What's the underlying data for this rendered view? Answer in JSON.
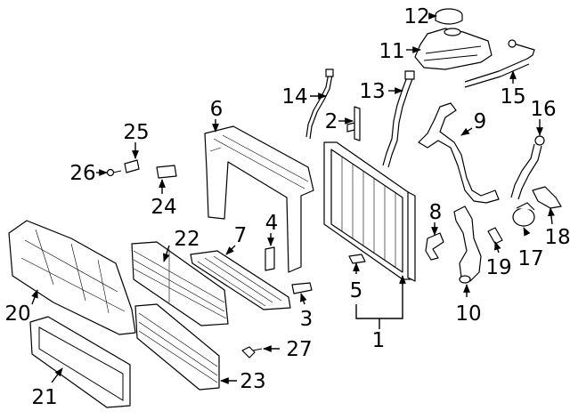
{
  "callouts": {
    "c1": "1",
    "c2": "2",
    "c3": "3",
    "c4": "4",
    "c5": "5",
    "c6": "6",
    "c7": "7",
    "c8": "8",
    "c9": "9",
    "c10": "10",
    "c11": "11",
    "c12": "12",
    "c13": "13",
    "c14": "14",
    "c15": "15",
    "c16": "16",
    "c17": "17",
    "c18": "18",
    "c19": "19",
    "c20": "20",
    "c21": "21",
    "c22": "22",
    "c23": "23",
    "c24": "24",
    "c25": "25",
    "c26": "26",
    "c27": "27"
  },
  "colors": {
    "line": "#000000",
    "background": "#ffffff"
  }
}
